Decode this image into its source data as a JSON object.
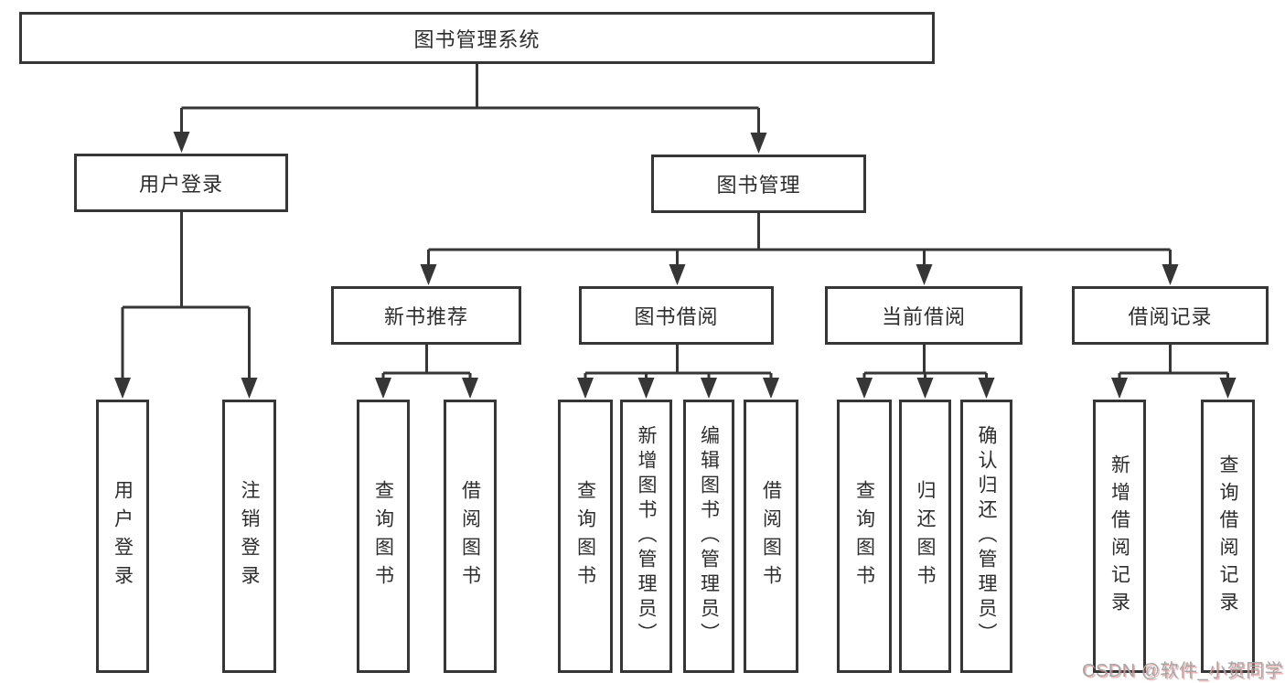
{
  "nodes": {
    "root": "图书管理系统",
    "user_login": "用户登录",
    "book_management": "图书管理",
    "new_book_recommend": "新书推荐",
    "book_borrow": "图书借阅",
    "current_borrow": "当前借阅",
    "borrow_records": "借阅记录",
    "leaf_user_login": "用户登录",
    "leaf_logout": "注销登录",
    "leaf_nb_query_book": "查询图书",
    "leaf_nb_borrow_book": "借阅图书",
    "leaf_bb_query_book": "查询图书",
    "leaf_bb_add_book": "新增图书（管理员）",
    "leaf_bb_edit_book": "编辑图书（管理员）",
    "leaf_bb_borrow_book": "借阅图书",
    "leaf_cb_query_book": "查询图书",
    "leaf_cb_return_book": "归还图书",
    "leaf_cb_confirm_return": "确认归还（管理员）",
    "leaf_br_add_record": "新增借阅记录",
    "leaf_br_query_record": "查询借阅记录"
  },
  "watermark": "CSDN @软件_小贺同学",
  "colors": {
    "line": "#363636",
    "text": "#2d2d2d",
    "box_background": "#ffffff",
    "watermark_text": "#a6a6a6",
    "watermark_shadow": "#de7878"
  }
}
